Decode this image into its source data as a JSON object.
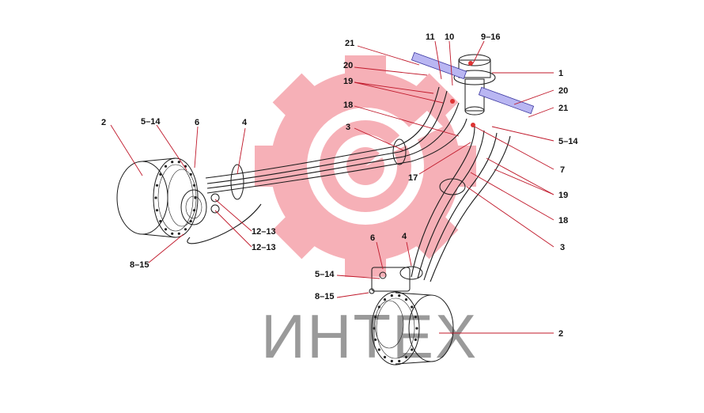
{
  "watermark": {
    "text": "ИНТЕХ",
    "gear_color": "#f5a3ab",
    "text_color": "#9a9a9a"
  },
  "labels": [
    {
      "id": "l21a",
      "text": "21"
    },
    {
      "id": "l11",
      "text": "11"
    },
    {
      "id": "l10",
      "text": "10"
    },
    {
      "id": "l9_16",
      "text": "9–16"
    },
    {
      "id": "l1",
      "text": "1"
    },
    {
      "id": "l20a",
      "text": "20"
    },
    {
      "id": "l19a",
      "text": "19"
    },
    {
      "id": "l18a",
      "text": "18"
    },
    {
      "id": "l3a",
      "text": "3"
    },
    {
      "id": "l20b",
      "text": "20"
    },
    {
      "id": "l21b",
      "text": "21"
    },
    {
      "id": "l5_14a",
      "text": "5–14"
    },
    {
      "id": "l7",
      "text": "7"
    },
    {
      "id": "l17",
      "text": "17"
    },
    {
      "id": "l19b",
      "text": "19"
    },
    {
      "id": "l18b",
      "text": "18"
    },
    {
      "id": "l3b",
      "text": "3"
    },
    {
      "id": "l2a",
      "text": "2"
    },
    {
      "id": "l5_14b",
      "text": "5–14"
    },
    {
      "id": "l6a",
      "text": "6"
    },
    {
      "id": "l4a",
      "text": "4"
    },
    {
      "id": "l12_13a",
      "text": "12–13"
    },
    {
      "id": "l12_13b",
      "text": "12–13"
    },
    {
      "id": "l8_15a",
      "text": "8–15"
    },
    {
      "id": "l6b",
      "text": "6"
    },
    {
      "id": "l4b",
      "text": "4"
    },
    {
      "id": "l5_14c",
      "text": "5–14"
    },
    {
      "id": "l8_15b",
      "text": "8–15"
    },
    {
      "id": "l2b",
      "text": "2"
    }
  ]
}
